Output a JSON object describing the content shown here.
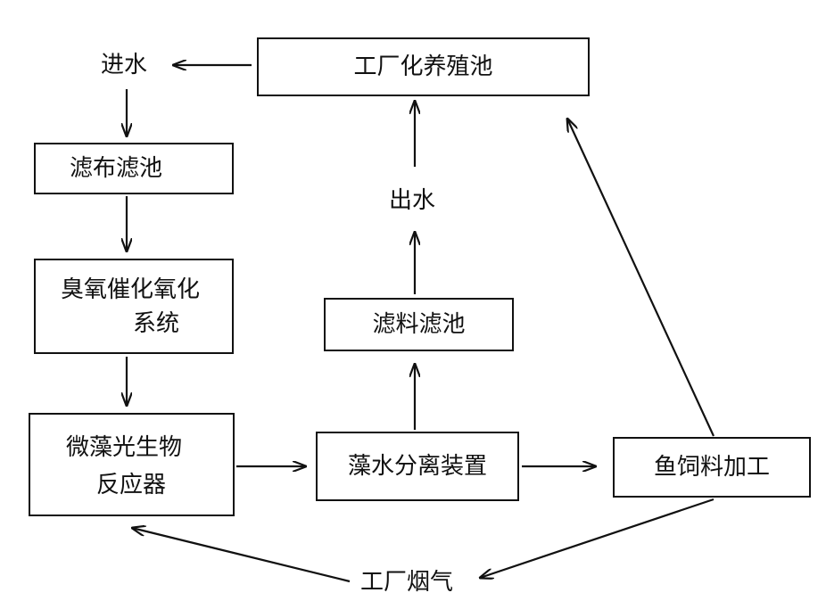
{
  "nodes": {
    "fish_farm": "工厂化养殖池",
    "inlet": "进水",
    "cloth_filter": "滤布滤池",
    "ozone_line1": "臭氧催化氧化",
    "ozone_line2": "系统",
    "bio_line1": "微藻光生物",
    "bio_line2": "反应器",
    "separator": "藻水分离装置",
    "media_filter": "滤料滤池",
    "outlet": "出水",
    "feed": "鱼饲料加工",
    "flue_gas": "工厂烟气"
  },
  "edges": [
    {
      "from": "fish_farm",
      "to": "inlet"
    },
    {
      "from": "inlet",
      "to": "cloth_filter"
    },
    {
      "from": "cloth_filter",
      "to": "ozone_system"
    },
    {
      "from": "ozone_system",
      "to": "bio_reactor"
    },
    {
      "from": "bio_reactor",
      "to": "separator"
    },
    {
      "from": "separator",
      "to": "media_filter"
    },
    {
      "from": "media_filter",
      "to": "outlet"
    },
    {
      "from": "outlet",
      "to": "fish_farm"
    },
    {
      "from": "separator",
      "to": "feed"
    },
    {
      "from": "feed",
      "to": "fish_farm"
    },
    {
      "from": "feed",
      "to": "flue_gas"
    },
    {
      "from": "flue_gas",
      "to": "bio_reactor"
    }
  ]
}
